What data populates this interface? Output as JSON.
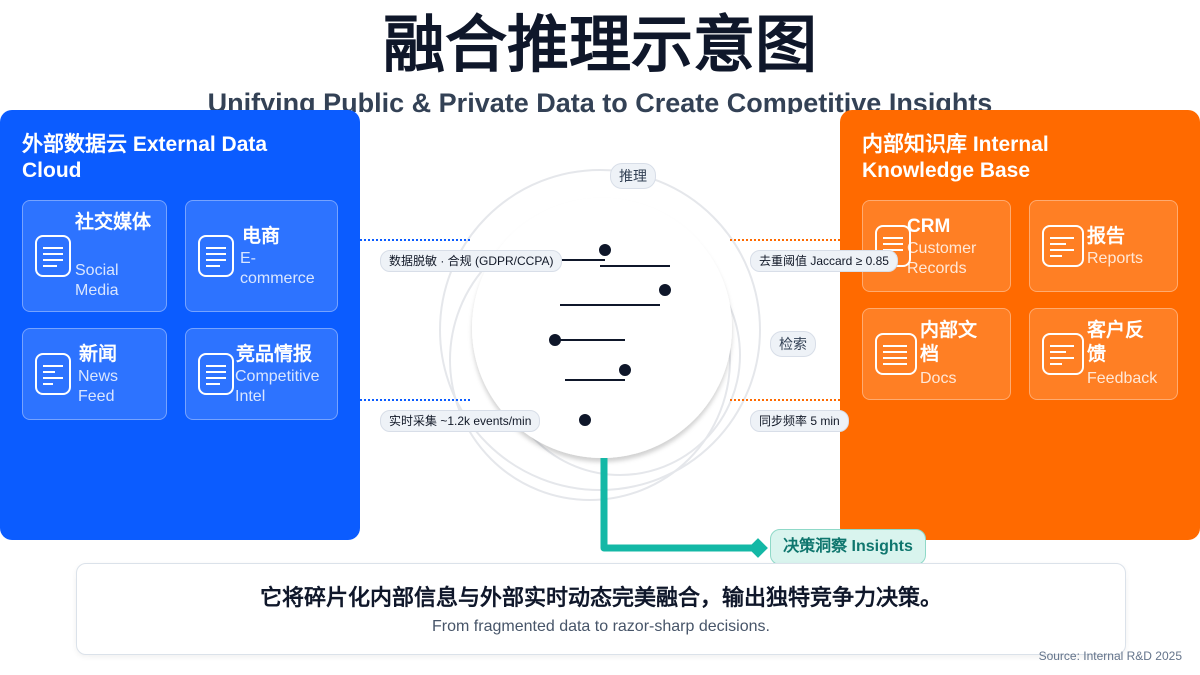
{
  "title": "融合推理示意图",
  "subtitle": "Unifying Public & Private Data to Create Competitive Insights",
  "external": {
    "title": "外部数据云 External Data Cloud",
    "color": "#0b5cff",
    "cards": [
      {
        "zh": "社交媒体",
        "en": "Social Media"
      },
      {
        "zh": "电商",
        "en": "E-commerce"
      },
      {
        "zh": "新闻",
        "en": "News Feed"
      },
      {
        "zh": "竞品情报",
        "en": "Competitive Intel"
      }
    ]
  },
  "internal": {
    "title": "内部知识库 Internal Knowledge Base",
    "color": "#ff6a00",
    "cards": [
      {
        "zh": "CRM",
        "en": "Customer Records"
      },
      {
        "zh": "报告",
        "en": "Reports"
      },
      {
        "zh": "内部文档",
        "en": "Docs"
      },
      {
        "zh": "客户反馈",
        "en": "Feedback"
      }
    ]
  },
  "tags": {
    "ext_top": "数据脱敏 · 合规 (GDPR/CCPA)",
    "ext_bottom": "实时采集 ~1.2k events/min",
    "int_top": "去重阈值 Jaccard ≥ 0.85",
    "int_bottom": "同步频率 5 min"
  },
  "center": {
    "reasoning": "推理",
    "retrieval": "检索"
  },
  "insight_label": "决策洞察 Insights",
  "bottom": {
    "zh": "它将碎片化内部信息与外部实时动态完美融合，输出独特竞争力决策。",
    "en": "From fragmented data to razor-sharp decisions."
  },
  "source": "Source: Internal R&D 2025",
  "colors": {
    "insight": "#14b8a6",
    "external_line": "#0b5cff",
    "internal_line": "#ff6a00"
  }
}
